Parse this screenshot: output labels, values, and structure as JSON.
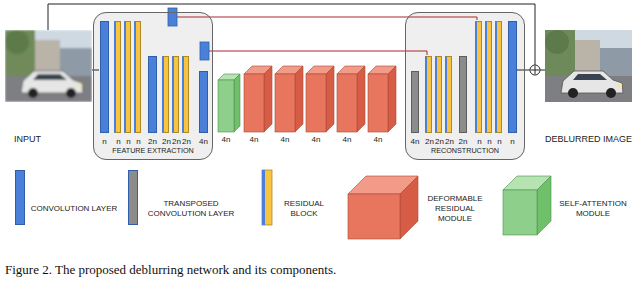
{
  "diagram": {
    "caption": "Figure 2. The proposed deblurring network and its components.",
    "nodes": [
      {
        "text": [
          "FEATURE EXTRACTION"
        ]
      },
      {
        "text": [
          "n"
        ],
        "in": 0
      },
      {
        "text": [
          "n"
        ],
        "in": 0
      },
      {
        "text": [
          "n"
        ],
        "in": 0
      },
      {
        "text": [
          "n"
        ],
        "in": 0
      },
      {
        "text": [
          "2n"
        ],
        "in": 0
      },
      {
        "text": [
          "2n"
        ],
        "in": 0
      },
      {
        "text": [
          "2n"
        ],
        "in": 0
      },
      {
        "text": [
          "2n"
        ],
        "in": 0
      },
      {
        "text": [
          "4n"
        ],
        "in": 0
      },
      {
        "text": [
          "4n"
        ]
      },
      {
        "text": [
          "4n"
        ]
      },
      {
        "text": [
          "4n"
        ]
      },
      {
        "text": [
          "4n"
        ]
      },
      {
        "text": [
          "4n"
        ]
      },
      {
        "text": [
          "4n"
        ]
      },
      {
        "text": [
          "RECONSTRUCTION"
        ]
      },
      {
        "text": [
          "4n"
        ],
        "in": 16
      },
      {
        "text": [
          "2n"
        ],
        "in": 16
      },
      {
        "text": [
          "2n"
        ],
        "in": 16
      },
      {
        "text": [
          "2n"
        ],
        "in": 16
      },
      {
        "text": [
          "2n"
        ],
        "in": 16
      },
      {
        "text": [
          "n"
        ],
        "in": 16
      },
      {
        "text": [
          "n"
        ],
        "in": 16
      },
      {
        "text": [
          "n"
        ],
        "in": 16
      },
      {
        "text": [
          "n"
        ],
        "in": 16
      }
    ],
    "labels": [
      "INPUT",
      "DEBLURRED IMAGE"
    ],
    "legend": [
      {
        "text": "CONVOLUTION LAYER",
        "color": "#4a80d9"
      },
      {
        "text": "TRANSPOSED CONVOLUTION LAYER",
        "color": "#8c8c8c"
      },
      {
        "text": "RESIDUAL BLOCK"
      },
      {
        "text": "DEFORMABLE RESIDUAL MODULE"
      },
      {
        "text": "SELF-ATTENTION MODULE"
      }
    ]
  }
}
